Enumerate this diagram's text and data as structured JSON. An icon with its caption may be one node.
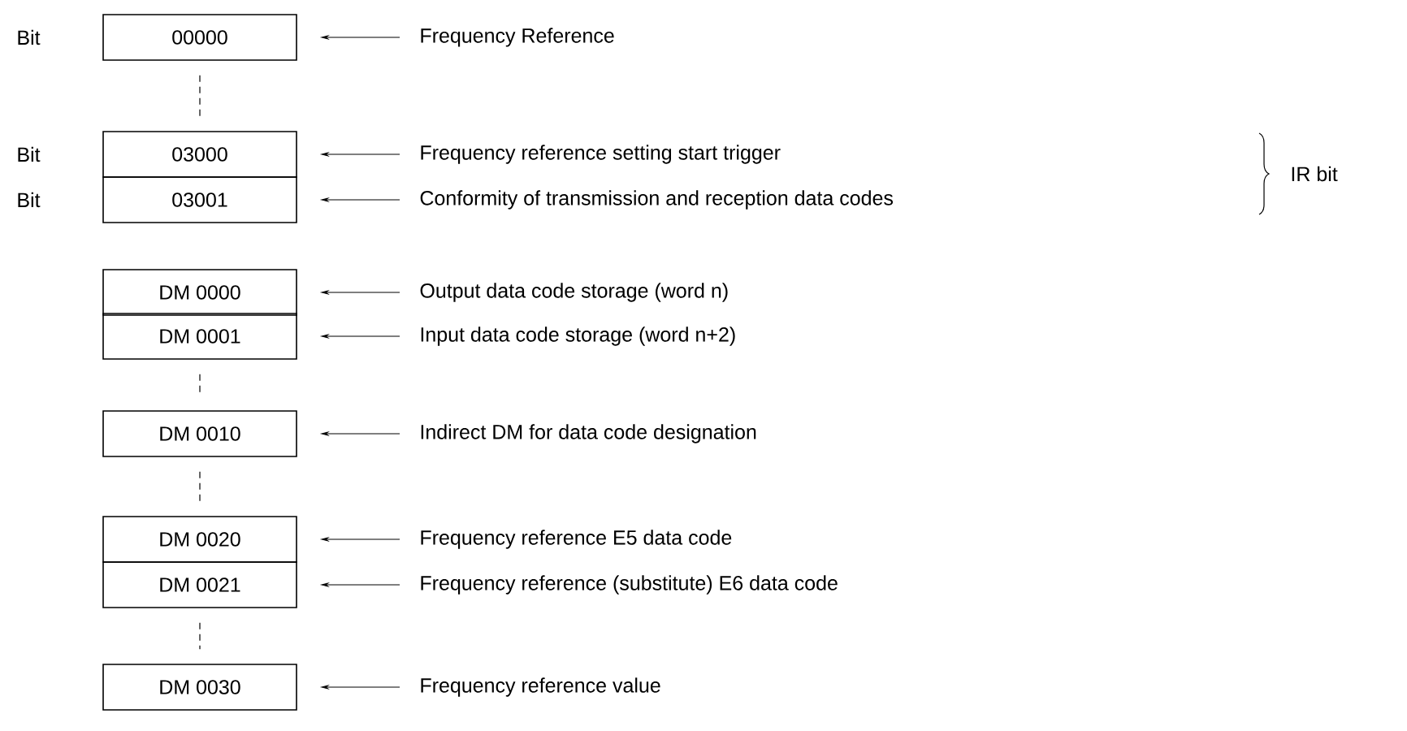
{
  "diagram": {
    "nodes": [
      {
        "text": [
          "00000"
        ],
        "beside": [
          "Bit"
        ]
      },
      {
        "text": [
          "Frequency Reference"
        ]
      },
      {
        "text": [
          "03000"
        ],
        "beside": [
          "Bit"
        ]
      },
      {
        "text": [
          "Frequency reference setting start trigger"
        ]
      },
      {
        "text": [
          "03001"
        ],
        "beside": [
          "Bit"
        ]
      },
      {
        "text": [
          "Conformity of transmission and reception data codes"
        ]
      },
      {
        "text": [
          "DM 0000"
        ]
      },
      {
        "text": [
          "Output data code storage (word n)"
        ]
      },
      {
        "text": [
          "DM 0001"
        ]
      },
      {
        "text": [
          "Input data code storage (word n+2)"
        ]
      },
      {
        "text": [
          "DM 0010"
        ]
      },
      {
        "text": [
          "Indirect DM for data code designation"
        ]
      },
      {
        "text": [
          "DM 0020"
        ]
      },
      {
        "text": [
          "Frequency reference E5 data code"
        ]
      },
      {
        "text": [
          "DM 0021"
        ]
      },
      {
        "text": [
          "Frequency reference (substitute) E6 data code"
        ]
      },
      {
        "text": [
          "DM 0030"
        ]
      },
      {
        "text": [
          "Frequency reference value"
        ]
      }
    ],
    "edges": [
      {
        "from": 1,
        "to": 0,
        "arrow": "to"
      },
      {
        "from": 3,
        "to": 2,
        "arrow": "to"
      },
      {
        "from": 5,
        "to": 4,
        "arrow": "to"
      },
      {
        "from": 7,
        "to": 6,
        "arrow": "to"
      },
      {
        "from": 9,
        "to": 8,
        "arrow": "to"
      },
      {
        "from": 11,
        "to": 10,
        "arrow": "to"
      },
      {
        "from": 13,
        "to": 12,
        "arrow": "to"
      },
      {
        "from": 15,
        "to": 14,
        "arrow": "to"
      },
      {
        "from": 17,
        "to": 16,
        "arrow": "to"
      },
      {
        "from": 0,
        "to": 2,
        "arrow": "none",
        "style": "dashed"
      },
      {
        "from": 8,
        "to": 10,
        "arrow": "none",
        "style": "dashed"
      },
      {
        "from": 10,
        "to": 12,
        "arrow": "none",
        "style": "dashed"
      },
      {
        "from": 14,
        "to": 16,
        "arrow": "none",
        "style": "dashed"
      }
    ],
    "labels": [
      "IR bit"
    ]
  }
}
